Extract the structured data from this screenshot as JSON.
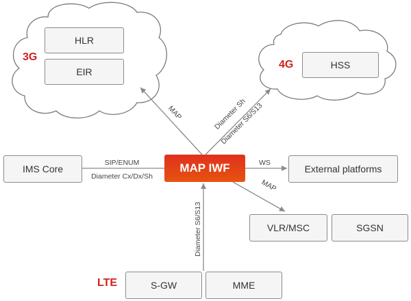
{
  "colors": {
    "accent": "#d2201c",
    "hub_gradient_top": "#e0301e",
    "hub_gradient_bottom": "#e65410",
    "box_fill": "#f5f5f5",
    "box_border": "#8a8a8a",
    "connector": "#8a8a8a"
  },
  "clouds": {
    "g3": {
      "label": "3G",
      "nodes": [
        "HLR",
        "EIR"
      ]
    },
    "g4": {
      "label": "4G",
      "nodes": [
        "HSS"
      ]
    }
  },
  "hub": {
    "label": "MAP IWF"
  },
  "left": {
    "ims_core": "IMS Core"
  },
  "right": {
    "external_platforms": "External platforms"
  },
  "lower_right": {
    "vlr_msc": "VLR/MSC",
    "sgsn": "SGSN"
  },
  "bottom": {
    "label": "LTE",
    "sgw": "S-GW",
    "mme": "MME"
  },
  "links": {
    "map_3g": "MAP",
    "sh": "Diameter Sh",
    "s6_s13_4g": "Diameter S6/S13",
    "sip_enum": "SIP/ENUM",
    "cx_dx_sh": "Diameter Cx/Dx/Sh",
    "ws": "WS",
    "map_vlr": "MAP",
    "s6_s13_lte": "Diameter S6/S13"
  }
}
